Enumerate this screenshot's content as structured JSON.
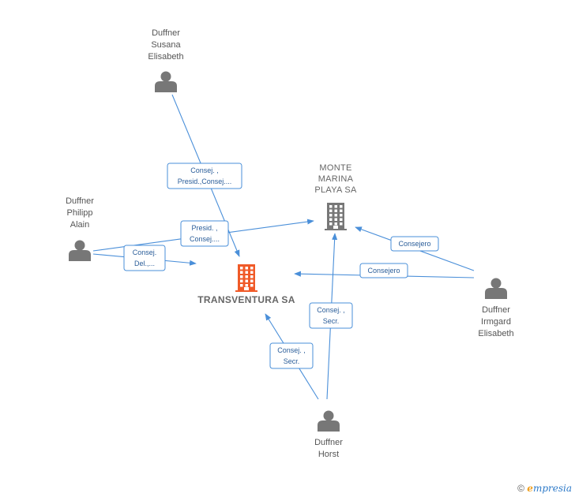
{
  "people": [
    {
      "id": "susana",
      "lines": [
        "Duffner",
        "Susana",
        "Elisabeth"
      ]
    },
    {
      "id": "philipp",
      "lines": [
        "Duffner",
        "Philipp",
        "Alain"
      ]
    },
    {
      "id": "irmgard",
      "lines": [
        "Duffner",
        "Irmgard",
        "Elisabeth"
      ]
    },
    {
      "id": "horst",
      "lines": [
        "Duffner",
        "Horst"
      ]
    }
  ],
  "companies": [
    {
      "id": "transventura",
      "lines": [
        "TRANSVENTURA SA"
      ],
      "color": "#f05a28",
      "main": true
    },
    {
      "id": "monte",
      "lines": [
        "MONTE",
        "MARINA",
        "PLAYA SA"
      ],
      "color": "#777777",
      "main": false
    }
  ],
  "edges": [
    {
      "id": "susana-trans",
      "from": "susana",
      "to": "transventura",
      "lines": [
        "Consej. ,",
        "Presid.,Consej...."
      ]
    },
    {
      "id": "philipp-monte",
      "from": "philipp",
      "to": "monte",
      "lines": [
        "Presid. ,",
        "Consej...."
      ]
    },
    {
      "id": "philipp-trans",
      "from": "philipp",
      "to": "transventura",
      "lines": [
        "Consej.",
        "Del.,..."
      ]
    },
    {
      "id": "irmgard-monte",
      "from": "irmgard",
      "to": "monte",
      "lines": [
        "Consejero"
      ]
    },
    {
      "id": "irmgard-trans",
      "from": "irmgard",
      "to": "transventura",
      "lines": [
        "Consejero"
      ]
    },
    {
      "id": "horst-monte",
      "from": "horst",
      "to": "monte",
      "lines": [
        "Consej. ,",
        "Secr."
      ]
    },
    {
      "id": "horst-trans",
      "from": "horst",
      "to": "transventura",
      "lines": [
        "Consej. ,",
        "Secr."
      ]
    }
  ],
  "footer": {
    "copyright": "©",
    "brand_e": "e",
    "brand_rest": "mpresia"
  },
  "colors": {
    "edge": "#4a8fd9",
    "person_icon": "#777777"
  }
}
